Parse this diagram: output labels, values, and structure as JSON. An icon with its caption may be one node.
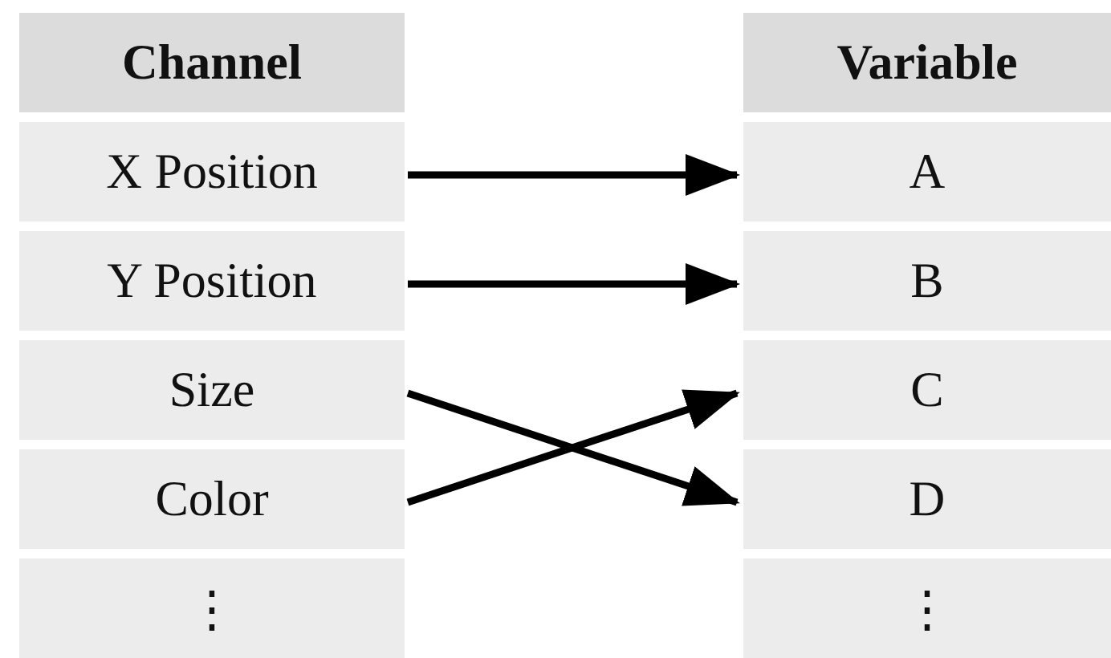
{
  "diagram": {
    "nodes": [
      {
        "text": [
          "Channel"
        ]
      },
      {
        "text": [
          "X Position"
        ]
      },
      {
        "text": [
          "Y Position"
        ]
      },
      {
        "text": [
          "Size"
        ]
      },
      {
        "text": [
          "Color"
        ]
      },
      {
        "text": [
          "⋮"
        ]
      },
      {
        "text": [
          "Variable"
        ]
      },
      {
        "text": [
          "A"
        ]
      },
      {
        "text": [
          "B"
        ]
      },
      {
        "text": [
          "C"
        ]
      },
      {
        "text": [
          "D"
        ]
      },
      {
        "text": [
          "⋮"
        ]
      }
    ],
    "edges": [
      {
        "from": 1,
        "to": 7,
        "arrow": "to"
      },
      {
        "from": 2,
        "to": 8,
        "arrow": "to"
      },
      {
        "from": 3,
        "to": 10,
        "arrow": "to"
      },
      {
        "from": 4,
        "to": 9,
        "arrow": "to"
      }
    ]
  }
}
